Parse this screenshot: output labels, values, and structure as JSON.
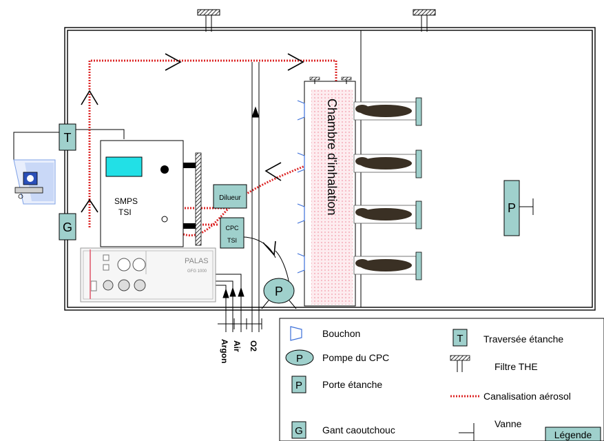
{
  "labels": {
    "traversee_box": "T",
    "gant_box": "G",
    "porte_box": "P",
    "pompe_circle": "P",
    "smps_line1": "SMPS",
    "smps_line2": "TSI",
    "dilueur": "Dilueur",
    "cpc_line1": "CPC",
    "cpc_line2": "TSI",
    "palas_brand": "PALAS",
    "palas_model": "GFG 1000",
    "chamber": "Chambre d'inhalation",
    "gas_argon": "Argon",
    "gas_air": "Air",
    "gas_o2": "O2"
  },
  "legend": {
    "title": "Légende",
    "bouchon": "Bouchon",
    "pompe_symbol": "P",
    "pompe": "Pompe du CPC",
    "porte_symbol": "P",
    "porte": "Porte étanche",
    "gant_symbol": "G",
    "gant": "Gant caoutchouc",
    "traversee_symbol": "T",
    "traversee": "Traversée étanche",
    "filtre": "Filtre THE",
    "canalisation": "Canalisation aérosol",
    "vanne": "Vanne"
  },
  "colors": {
    "box_fill": "#9fd0cc",
    "aerosol": "#dc2626",
    "screen": "#22e0e6",
    "bouchon": "#3b6fd9",
    "chamber_fill": "#fbe3e6"
  }
}
